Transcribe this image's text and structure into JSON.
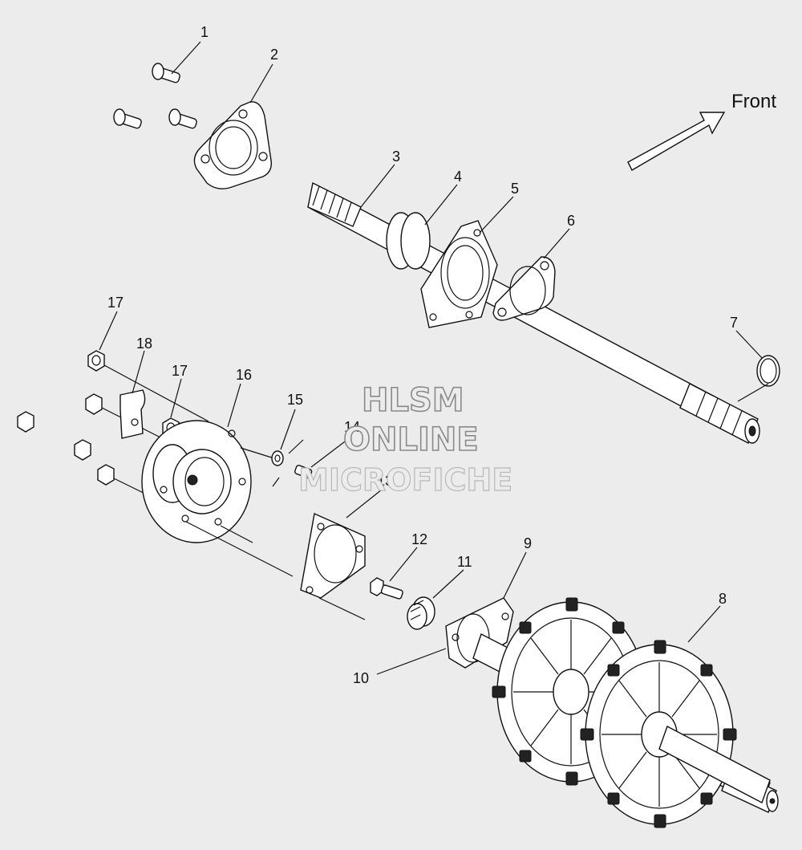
{
  "diagram": {
    "direction_label": "Front",
    "watermark": [
      "HLSM",
      "ONLINE",
      "MICROFICHE"
    ],
    "callouts": [
      {
        "num": "1"
      },
      {
        "num": "2"
      },
      {
        "num": "3"
      },
      {
        "num": "4"
      },
      {
        "num": "5"
      },
      {
        "num": "6"
      },
      {
        "num": "7"
      },
      {
        "num": "8"
      },
      {
        "num": "9"
      },
      {
        "num": "10"
      },
      {
        "num": "11"
      },
      {
        "num": "12"
      },
      {
        "num": "13"
      },
      {
        "num": "14"
      },
      {
        "num": "15"
      },
      {
        "num": "16"
      },
      {
        "num": "17"
      },
      {
        "num": "17"
      },
      {
        "num": "18"
      }
    ]
  }
}
